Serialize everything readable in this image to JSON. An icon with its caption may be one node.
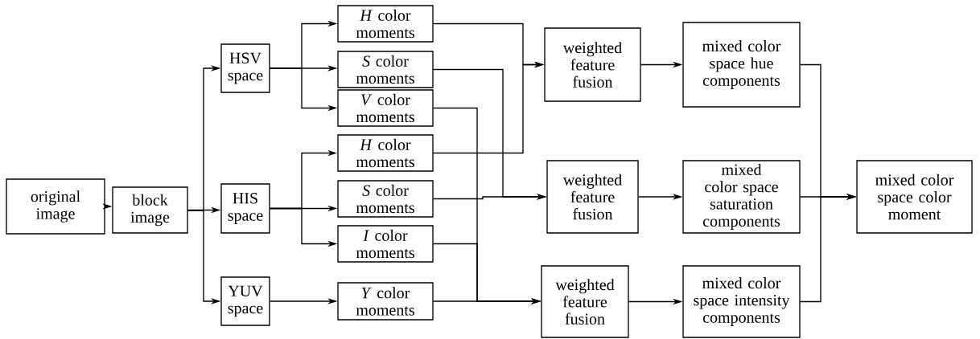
{
  "diagram": {
    "nodes": [
      {
        "text": [
          "original image"
        ]
      },
      {
        "text": [
          "block image"
        ]
      },
      {
        "text": [
          "HSV space"
        ]
      },
      {
        "text": [
          "HIS space"
        ]
      },
      {
        "text": [
          "YUV space"
        ]
      },
      {
        "text": [
          "*H* color moments"
        ]
      },
      {
        "text": [
          "*S* color moments"
        ]
      },
      {
        "text": [
          "*V* color moments"
        ]
      },
      {
        "text": [
          "*H* color moments"
        ]
      },
      {
        "text": [
          "*S* color moments"
        ]
      },
      {
        "text": [
          "*I* color moments"
        ]
      },
      {
        "text": [
          "*Y* color moments"
        ]
      },
      {
        "text": [
          "weighted feature fusion"
        ]
      },
      {
        "text": [
          "weighted feature fusion"
        ]
      },
      {
        "text": [
          "weighted feature fusion"
        ]
      },
      {
        "text": [
          "mixed color space hue components"
        ]
      },
      {
        "text": [
          "mixed color space saturation components"
        ]
      },
      {
        "text": [
          "mixed color space intensity components"
        ]
      },
      {
        "text": [
          "mixed color space color moment"
        ]
      }
    ],
    "edges": [
      {
        "from": 0,
        "to": 1,
        "arrow": "to"
      },
      {
        "from": 1,
        "to": 2,
        "arrow": "to"
      },
      {
        "from": 1,
        "to": 3,
        "arrow": "to"
      },
      {
        "from": 1,
        "to": 4,
        "arrow": "to"
      },
      {
        "from": 2,
        "to": 5,
        "arrow": "to"
      },
      {
        "from": 2,
        "to": 6,
        "arrow": "to"
      },
      {
        "from": 2,
        "to": 7,
        "arrow": "to"
      },
      {
        "from": 3,
        "to": 8,
        "arrow": "to"
      },
      {
        "from": 3,
        "to": 9,
        "arrow": "to"
      },
      {
        "from": 3,
        "to": 10,
        "arrow": "to"
      },
      {
        "from": 4,
        "to": 11,
        "arrow": "to"
      },
      {
        "from": 5,
        "to": 12,
        "arrow": "to"
      },
      {
        "from": 8,
        "to": 12,
        "arrow": "to"
      },
      {
        "from": 6,
        "to": 13,
        "arrow": "to"
      },
      {
        "from": 9,
        "to": 13,
        "arrow": "to"
      },
      {
        "from": 7,
        "to": 14,
        "arrow": "to"
      },
      {
        "from": 10,
        "to": 14,
        "arrow": "to"
      },
      {
        "from": 11,
        "to": 14,
        "arrow": "to"
      },
      {
        "from": 12,
        "to": 15,
        "arrow": "to"
      },
      {
        "from": 13,
        "to": 16,
        "arrow": "to"
      },
      {
        "from": 14,
        "to": 17,
        "arrow": "to"
      },
      {
        "from": 15,
        "to": 18,
        "arrow": "to"
      },
      {
        "from": 16,
        "to": 18,
        "arrow": "to"
      },
      {
        "from": 17,
        "to": 18,
        "arrow": "to"
      }
    ]
  }
}
